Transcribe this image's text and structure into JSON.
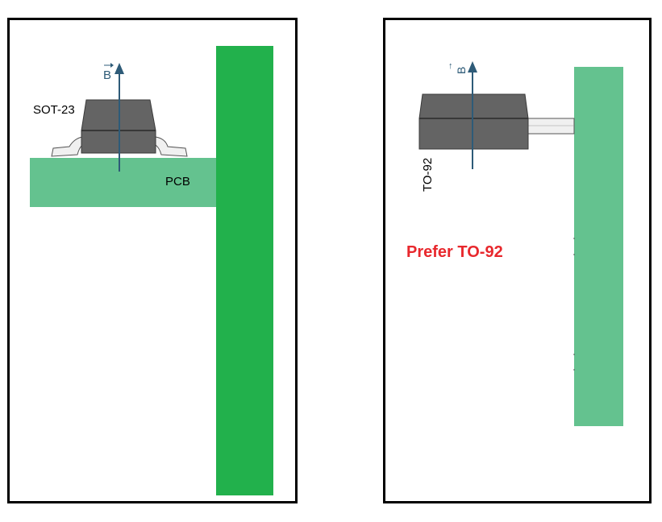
{
  "left_panel": {
    "package_label": "SOT-23",
    "pcb_label": "PCB",
    "field_label": "B"
  },
  "right_panel": {
    "package_label": "TO-92",
    "field_label": "B",
    "callout": "Prefer TO-92"
  },
  "colors": {
    "pcb_light": "#64c28f",
    "pcb_dark": "#22b14c",
    "package_body": "#646464",
    "lead": "#f0f0f0",
    "arrow": "#2e5b78",
    "callout": "#e8282d",
    "border": "#000000"
  }
}
